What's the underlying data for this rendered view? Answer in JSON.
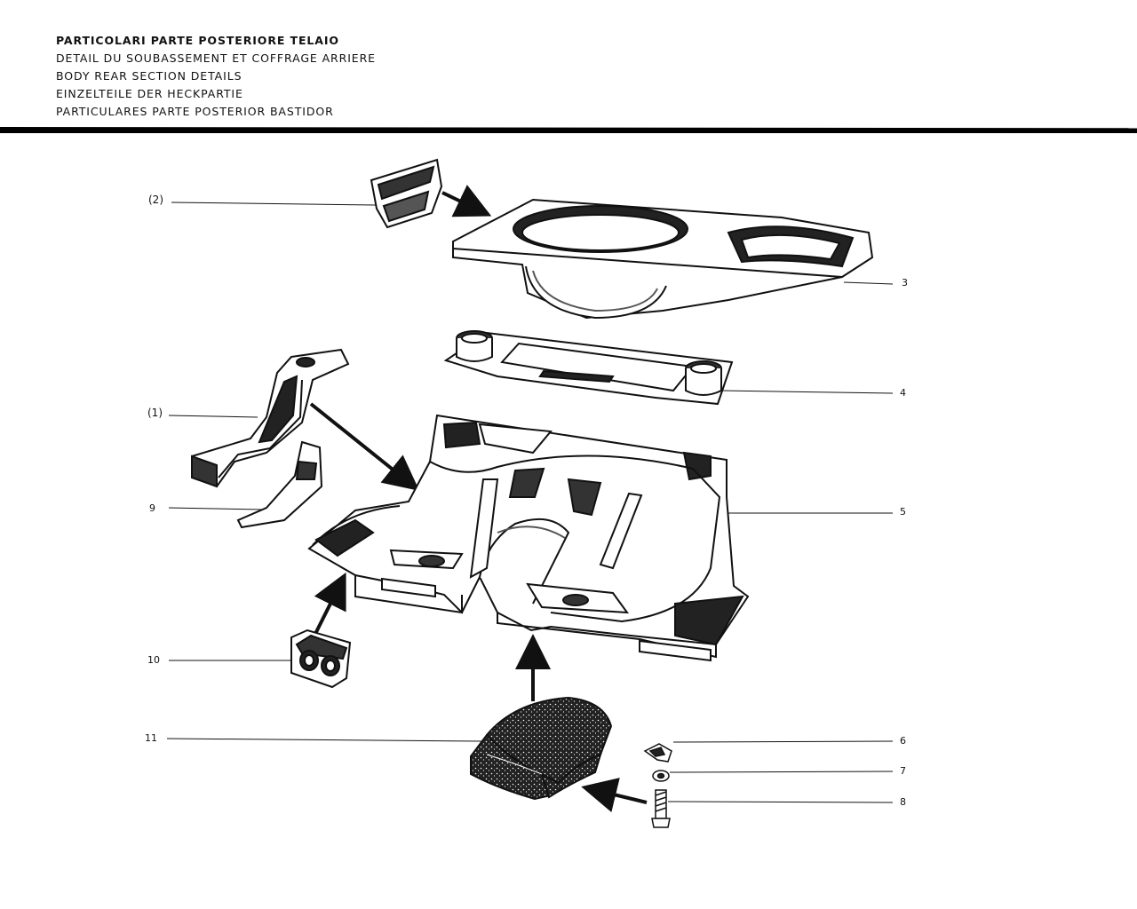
{
  "titles": [
    "PARTICOLARI PARTE POSTERIORE TELAIO",
    "DETAIL DU SOUBASSEMENT ET COFFRAGE ARRIERE",
    "BODY REAR SECTION DETAILS",
    "EINZELTEILE DER HECKPARTIE",
    "PARTICULARES PARTE POSTERIOR BASTIDOR"
  ],
  "callouts": {
    "left": [
      {
        "id": "part-2",
        "label": "(2)"
      },
      {
        "id": "part-1",
        "label": "(1)"
      },
      {
        "id": "part-9",
        "label": "9"
      },
      {
        "id": "part-10",
        "label": "10"
      },
      {
        "id": "part-11",
        "label": "11"
      }
    ],
    "right": [
      {
        "id": "part-3",
        "label": "3"
      },
      {
        "id": "part-4",
        "label": "4"
      },
      {
        "id": "part-5",
        "label": "5"
      },
      {
        "id": "part-6",
        "label": "6"
      },
      {
        "id": "part-7",
        "label": "7"
      },
      {
        "id": "part-8",
        "label": "8"
      }
    ]
  },
  "colors": {
    "ink": "#111111",
    "paper": "#ffffff"
  }
}
